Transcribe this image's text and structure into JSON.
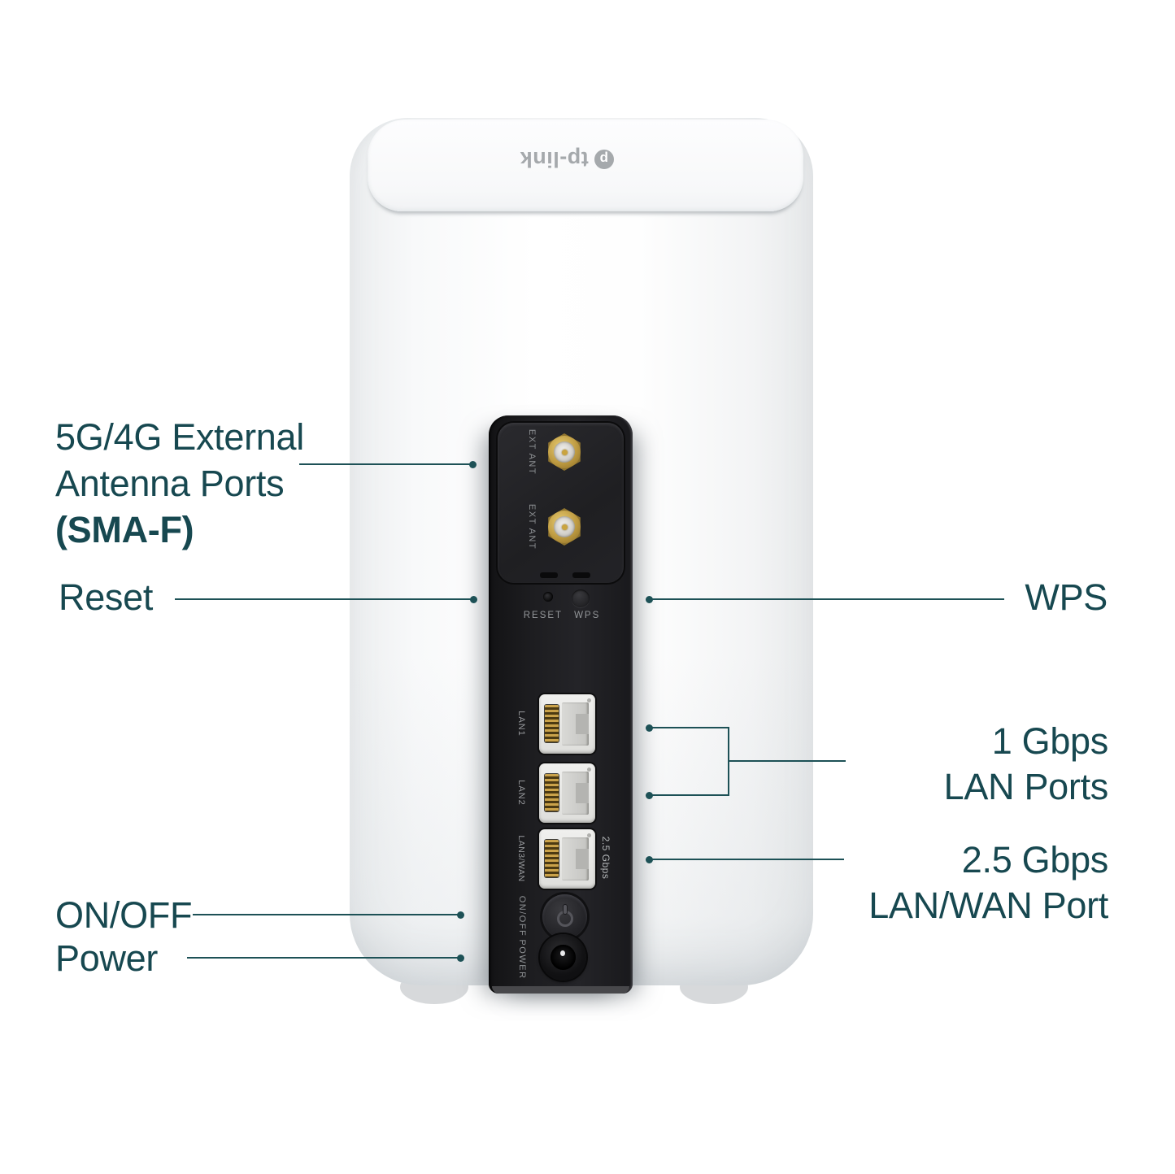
{
  "colors": {
    "callout_text": "#174850",
    "callout_line": "#1d5156",
    "panel_bg": "#1c1c1f",
    "antenna_gold": "#bd9a41",
    "body_white": "#f7f8f9"
  },
  "callouts": {
    "antenna_line1": "5G/4G External",
    "antenna_line2": "Antenna Ports",
    "antenna_line3": "(SMA-F)",
    "reset": "Reset",
    "wps": "WPS",
    "lan_line1": "1 Gbps",
    "lan_line2": "LAN Ports",
    "wan_line1": "2.5 Gbps",
    "wan_line2": "LAN/WAN Port",
    "onoff": "ON/OFF",
    "power": "Power"
  },
  "device": {
    "logo_text": "tp-link",
    "logo_mark": "p",
    "rear_panel": {
      "ext_ant_top": "EXT ANT",
      "ext_ant_bottom": "EXT ANT",
      "reset_label": "RESET",
      "wps_label": "WPS",
      "lan1_label": "LAN1",
      "lan2_label": "LAN2",
      "lan3_wan_label": "LAN3/WAN",
      "wan_speed_label": "2.5 Gbps",
      "onoff_label": "ON/OFF",
      "power_label": "POWER"
    }
  }
}
